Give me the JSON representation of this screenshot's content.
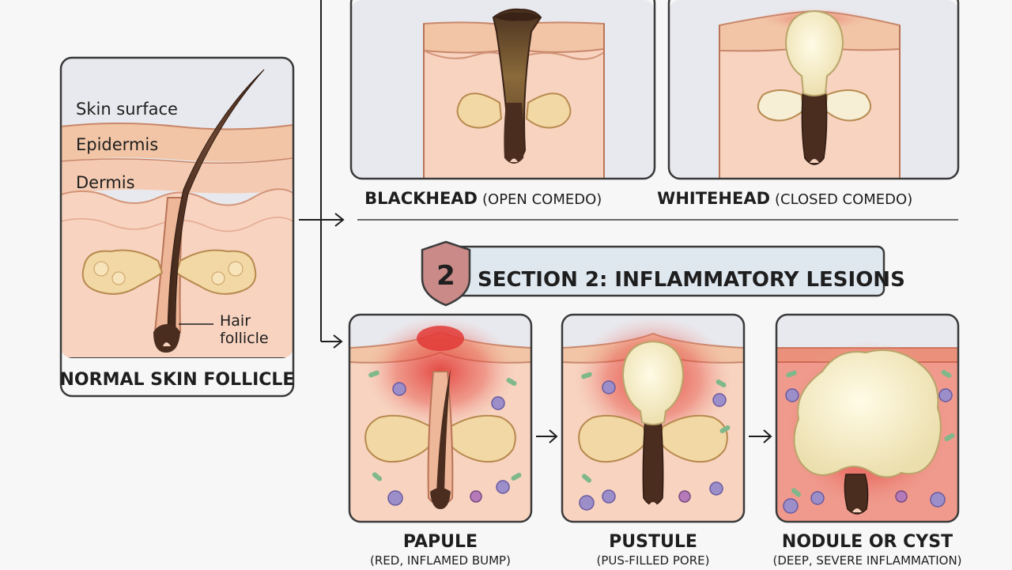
{
  "normal_panel": {
    "layer_labels": [
      "Skin surface",
      "Epidermis",
      "Dermis"
    ],
    "hair_label_line1": "Hair",
    "hair_label_line2": "follicle",
    "caption": "NORMAL SKIN FOLLICLE"
  },
  "comedones": [
    {
      "title": "BLACKHEAD",
      "subtitle": "(OPEN COMEDO)"
    },
    {
      "title": "WHITEHEAD",
      "subtitle": "(CLOSED COMEDO)"
    }
  ],
  "section2": {
    "number": "2",
    "title": "SECTION 2: INFLAMMATORY LESIONS"
  },
  "lesions": [
    {
      "title": "PAPULE",
      "subtitle": "(RED, INFLAMED BUMP)"
    },
    {
      "title": "PUSTULE",
      "subtitle": "(PUS-FILLED PORE)"
    },
    {
      "title": "NODULE OR CYST",
      "subtitle": "(DEEP, SEVERE INFLAMMATION)"
    }
  ],
  "colors": {
    "frame": "#3a3a3a",
    "sky": "#e8e9ee",
    "epidermis": "#f1c5a6",
    "dermis": "#f7d3c0",
    "hair": "#4b2d1f",
    "gland": "#f2d8a4",
    "pus": "#f2eccd",
    "inflammation": "#e0302c",
    "banner": "#dfe7ef",
    "badge": "#c98a88"
  }
}
